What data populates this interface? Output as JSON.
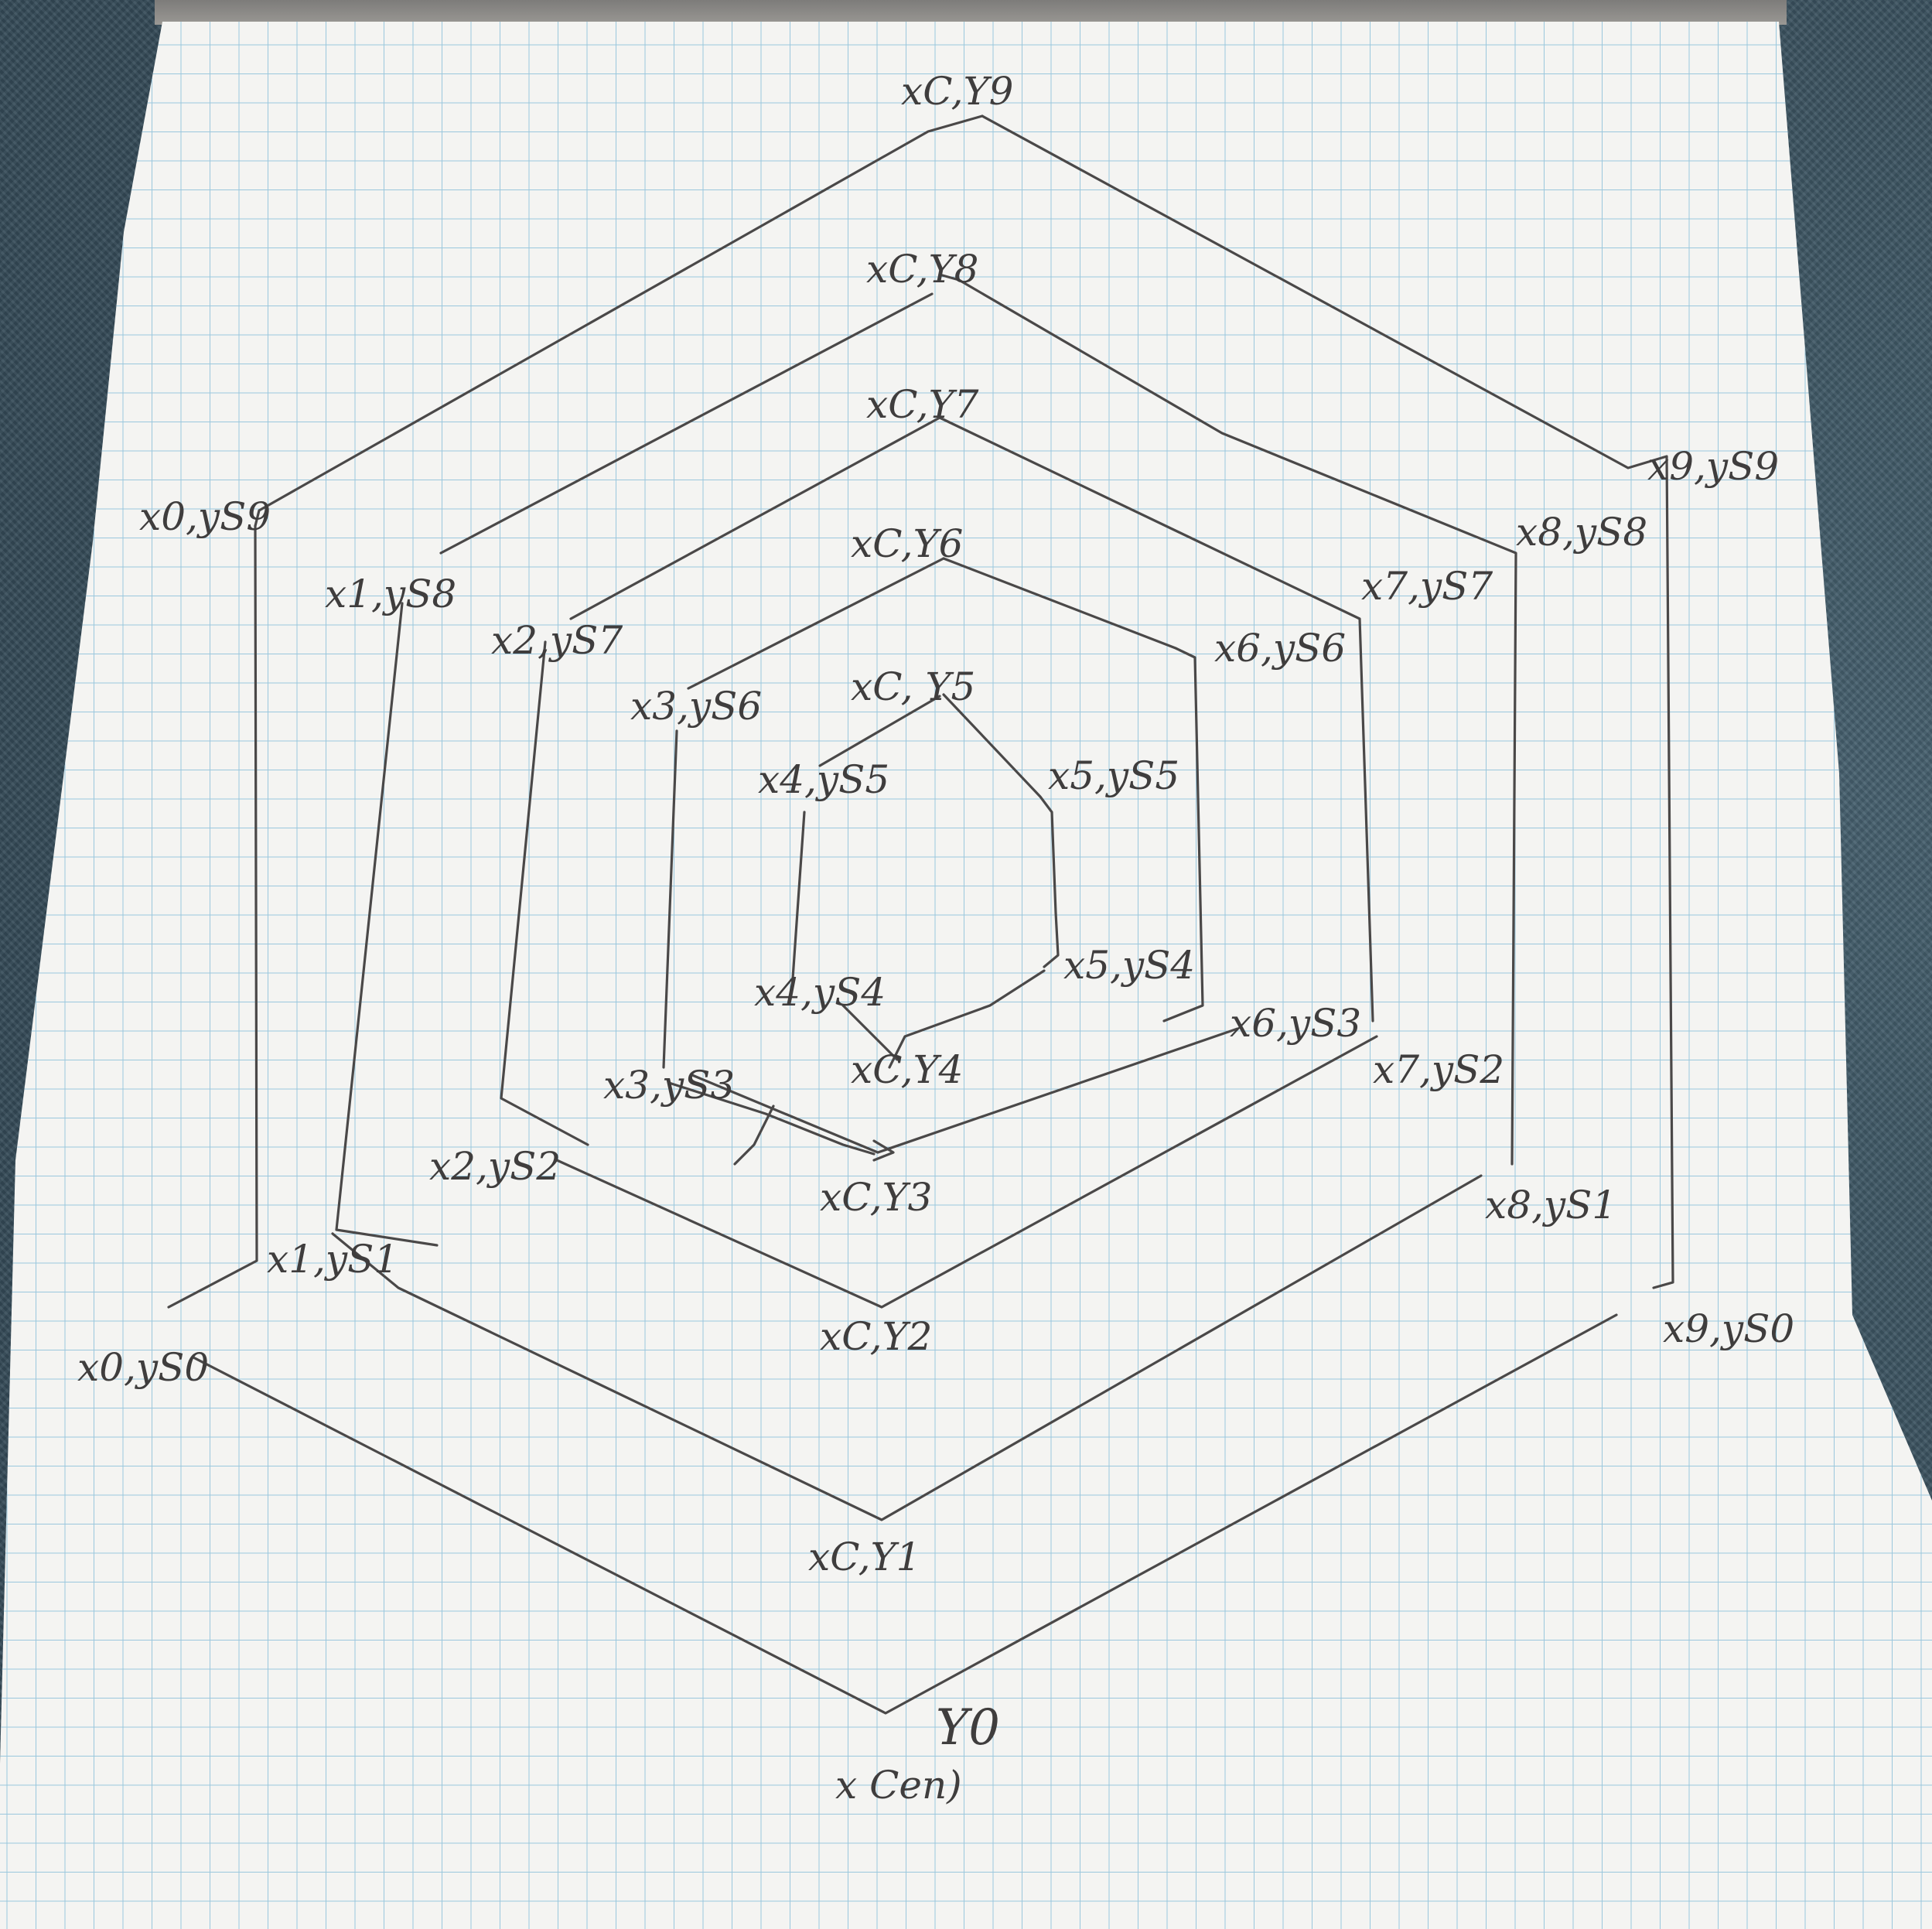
{
  "labels": {
    "center": {
      "y9": "xC,Y9",
      "y8": "xC,Y8",
      "y7": "xC,Y7",
      "y6": "xC,Y6",
      "y5": "xC, Y5",
      "y4": "xC,Y4",
      "y3": "xC,Y3",
      "y2": "xC,Y2",
      "y1": "xC,Y1",
      "y0_value": "Y0",
      "y0_x": "x Cen)"
    },
    "left": {
      "r9_top": "x0,yS9",
      "r8_top": "x1,yS8",
      "r7_top": "x2,yS7",
      "r6_top": "x3,yS6",
      "r5_top": "x4,yS5",
      "r9_bot": "x0,yS0",
      "r8_bot": "x1,yS1",
      "r7_bot": "x2,yS2",
      "r6_bot": "x3,yS3",
      "r5_bot": "x4,yS4"
    },
    "right": {
      "r9_top": "x9,yS9",
      "r8_top": "x8,yS8",
      "r7_top": "x7,yS7",
      "r6_top": "x6,yS6",
      "r5_top": "x5,yS5",
      "r9_bot": "x9,yS0",
      "r8_bot": "x8,yS1",
      "r7_bot": "x7,yS2",
      "r6_bot": "x6,yS3",
      "r5_bot": "x5,yS4"
    }
  },
  "colors": {
    "paper": "#f4f4f2",
    "grid": "#9ac7dd",
    "ink": "#4a4848"
  }
}
